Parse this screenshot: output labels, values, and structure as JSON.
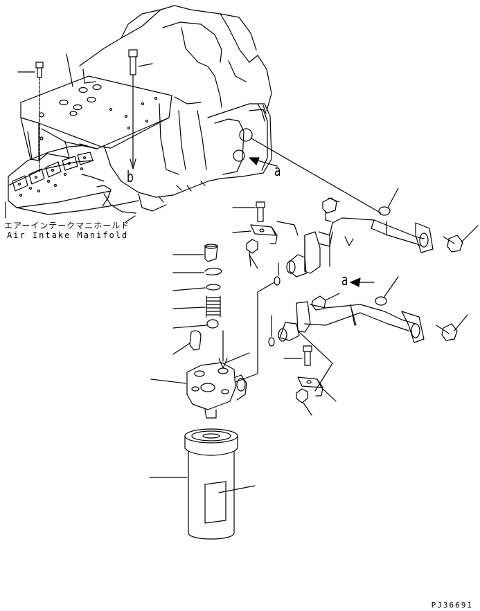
{
  "labels": {
    "manifold_jp": "エアーインテークマニホールド",
    "manifold_en": "Air Intake Manifold",
    "ref_a_upper": "a",
    "ref_a_lower": "a",
    "ref_b": "b",
    "drawing_code": "PJ36691"
  }
}
